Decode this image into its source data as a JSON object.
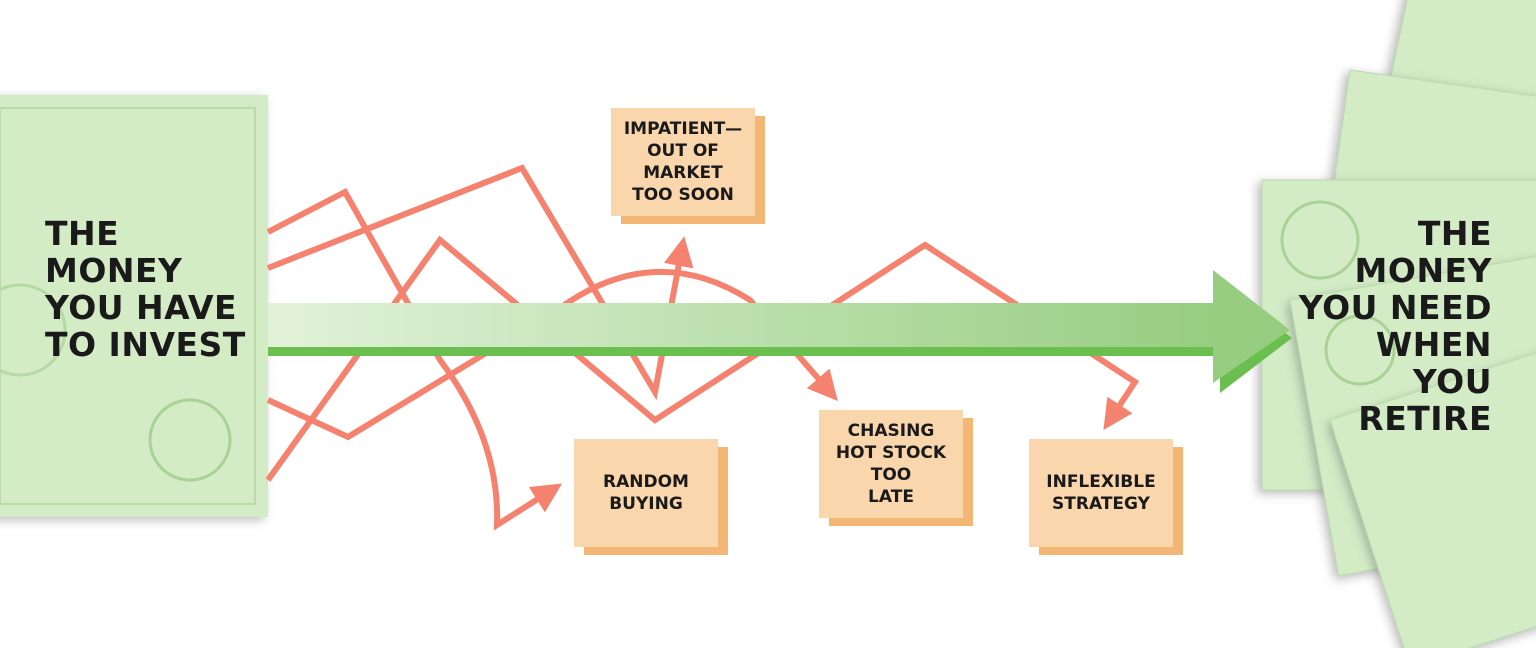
{
  "left_label": [
    "THE",
    "MONEY",
    "YOU HAVE",
    "TO INVEST"
  ],
  "right_label": [
    "THE",
    "MONEY",
    "YOU NEED",
    "WHEN",
    "YOU",
    "RETIRE"
  ],
  "pitfalls": [
    {
      "label": "IMPATIENT—\nOUT OF\nMARKET\nTOO SOON"
    },
    {
      "label": "RANDOM\nBUYING"
    },
    {
      "label": "CHASING\nHOT STOCK\nTOO\nLATE"
    },
    {
      "label": "INFLEXIBLE\nSTRATEGY"
    }
  ],
  "colors": {
    "path": "#f4826f",
    "arrow": "#9fd48a",
    "arrow_edge": "#6bbf4e",
    "bill": "#d3ecc6",
    "box": "#fad6ad",
    "box_shadow": "#f3b674"
  }
}
